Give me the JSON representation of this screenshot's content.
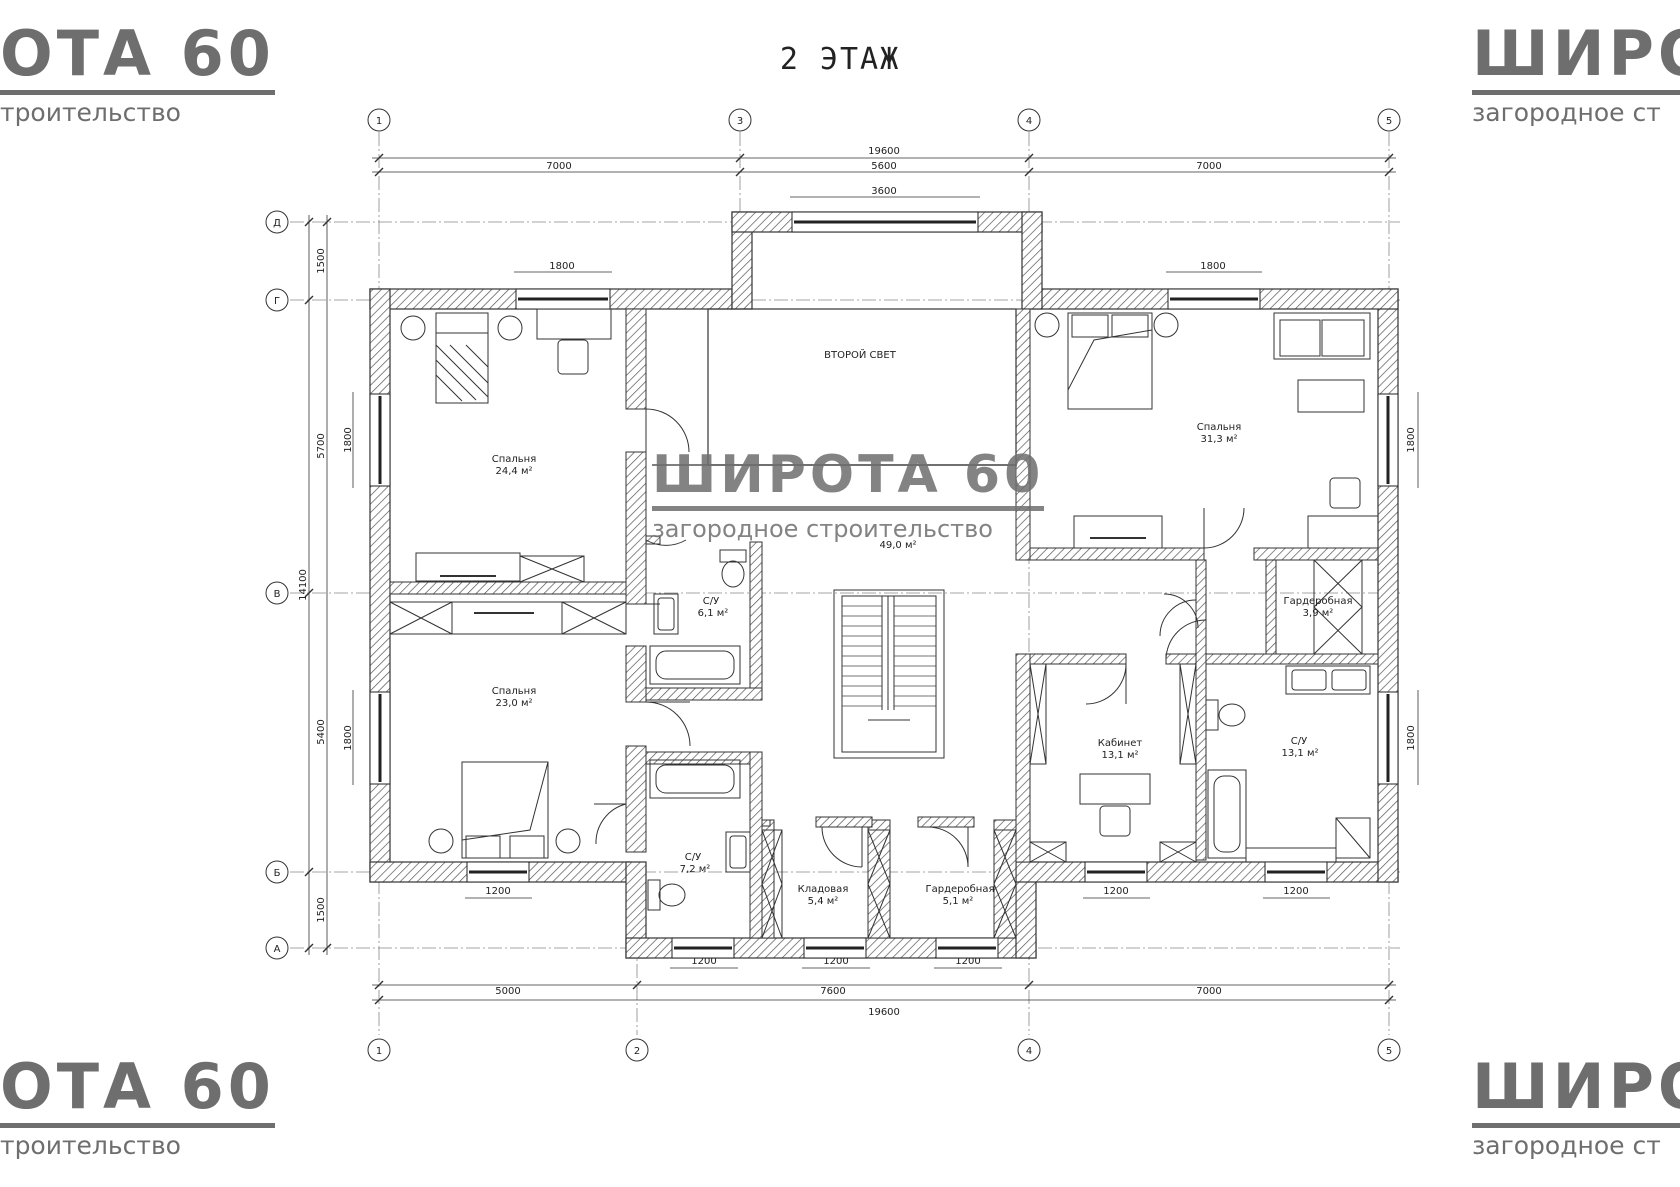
{
  "title": "2 ЭТАЖ",
  "watermark": {
    "brand": "ШИРОТА 60",
    "tagline": "загородное строительство",
    "brand_crop_left": "ОТА 60",
    "tagline_crop_left": "троительство",
    "brand_crop_right": "ШИРО",
    "tagline_crop_right": "загородное ст"
  },
  "axes": {
    "top": [
      "1",
      "3",
      "4",
      "5"
    ],
    "bottom": [
      "1",
      "2",
      "4",
      "5"
    ],
    "left": [
      "Д",
      "Г",
      "В",
      "Б",
      "А"
    ]
  },
  "dims": {
    "top_total": "19600",
    "top_7000_a": "7000",
    "top_5600": "5600",
    "top_7000_b": "7000",
    "top_3600": "3600",
    "top_1800_a": "1800",
    "top_1800_b": "1800",
    "bottom_total": "19600",
    "bottom_5000": "5000",
    "bottom_7600": "7600",
    "bottom_7000": "7000",
    "bottom_1200_a": "1200",
    "bottom_1200_b": "1200",
    "bottom_1200_c": "1200",
    "bottom_1200_d": "1200",
    "bottom_1200_e": "1200",
    "bottom_1200_f": "1200",
    "left_total": "14100",
    "left_1500_a": "1500",
    "left_5700": "5700",
    "left_5400": "5400",
    "left_1500_b": "1500",
    "left_1800_a": "1800",
    "left_1800_b": "1800",
    "right_1800_a": "1800",
    "right_1800_b": "1800"
  },
  "rooms": [
    {
      "key": "bedroom1",
      "name": "Спальня",
      "area": "24,4 м²"
    },
    {
      "key": "bedroom2",
      "name": "Спальня",
      "area": "23,0 м²"
    },
    {
      "key": "bedroom3",
      "name": "Спальня",
      "area": "31,3 м²"
    },
    {
      "key": "void",
      "name": "ВТОРОЙ СВЕТ",
      "area": ""
    },
    {
      "key": "hall",
      "name": "",
      "area": "49,0 м²"
    },
    {
      "key": "bath1",
      "name": "С/У",
      "area": "6,1 м²"
    },
    {
      "key": "bath2",
      "name": "С/У",
      "area": "7,2 м²"
    },
    {
      "key": "bath3",
      "name": "С/У",
      "area": "13,1 м²"
    },
    {
      "key": "pantry",
      "name": "Кладовая",
      "area": "5,4 м²"
    },
    {
      "key": "wardrobe1",
      "name": "Гардеробная",
      "area": "5,1 м²"
    },
    {
      "key": "wardrobe2",
      "name": "Гардеробная",
      "area": "3,9 м²"
    },
    {
      "key": "office",
      "name": "Кабинет",
      "area": "13,1 м²"
    }
  ]
}
